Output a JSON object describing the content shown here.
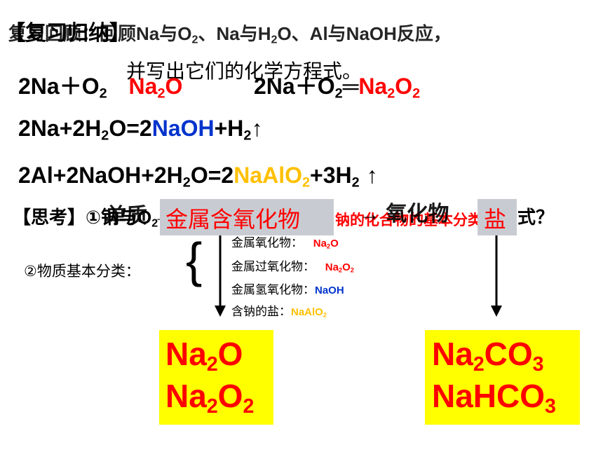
{
  "review": {
    "heading_title": "【复习归纳】",
    "intro_text": "复习回顾：回顾",
    "title_na": "Na与O",
    "title_sep1": "、Na与H",
    "title_o": "O、Al与NaOH反应，",
    "title_line2": "并写出它们的化学方程式。"
  },
  "equations": {
    "eq1_left": "2Na＋O",
    "eq1_product": "Na",
    "eq1_o": "O",
    "eq2_left": "2Na＋O",
    "eq2_eq": "═",
    "eq2_product": "Na",
    "eq2_o": "O",
    "eq3_left": "2Na+2H",
    "eq3_mid": "O=2",
    "eq3_naoh": "NaOH",
    "eq3_plus": "+H",
    "eq3_arrow": "↑",
    "eq4_left": "2Al+2NaOH+2H",
    "eq4_mid": "O=2",
    "eq4_naalo": "NaAlO",
    "eq4_plus": "+3H",
    "eq4_arrow": "↑"
  },
  "sub2": "2",
  "sub3": "3",
  "think": {
    "left_overlap": "【思考】①钠与O",
    "hint": "单质 →",
    "box_oxide": "金属含氧化物",
    "middle_red": "钠的化合物的基本分类",
    "right_overlap": "→ 氧化物",
    "right_arrow_label": "→",
    "box_salt": "盐",
    "question_end": "式？"
  },
  "classification": {
    "label": "②物质基本分类：",
    "brace": "{",
    "items": [
      {
        "name": "金属氧化物：",
        "formula": "Na",
        "sub": "2",
        "tail": "O",
        "color": "#ff0000"
      },
      {
        "name": "金属过氧化物：",
        "formula": "Na",
        "sub": "2",
        "tail": "O",
        "sub2": "2",
        "color": "#ff0000"
      },
      {
        "name": "金属氢氧化物：",
        "formula": "NaOH",
        "color": "#0033cc"
      },
      {
        "name": "含钠的盐：",
        "formula": "NaAlO",
        "sub": "2",
        "color": "#ffc000"
      }
    ]
  },
  "boxes": {
    "left_line1_a": "Na",
    "left_line1_b": "O",
    "left_line2_a": "Na",
    "left_line2_b": "O",
    "right_line1_a": "Na",
    "right_line1_b": "CO",
    "right_line2": "NaHCO"
  },
  "colors": {
    "red": "#ff0000",
    "blue": "#0033cc",
    "gold": "#ffc000",
    "yellow": "#ffff00",
    "gray": "#c8ccd2"
  }
}
